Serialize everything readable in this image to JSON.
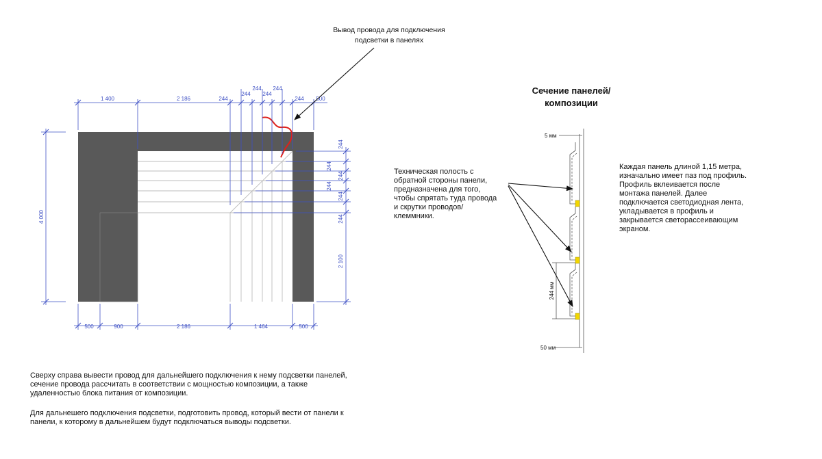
{
  "colors": {
    "dimension": "#3e50c4",
    "wall": "#595959",
    "wire": "#e0201a",
    "led": "#f2d600"
  },
  "drawing": {
    "callout_wire_line1": "Вывод провода для подключения",
    "callout_wire_line2": "подсветки в панелях",
    "top_dims": [
      "1 400",
      "2 186",
      "244",
      "244",
      "244",
      "244",
      "244",
      "244",
      "500"
    ],
    "bottom_dims": [
      "500",
      "900",
      "2 186",
      "1 464",
      "500"
    ],
    "left_dim": "4 000",
    "right_dims": [
      "244",
      "244",
      "244",
      "244",
      "244",
      "244",
      "2 100"
    ]
  },
  "section": {
    "title_line1": "Сечение панелей/",
    "title_line2": "композиции",
    "top_mark": "5 мм",
    "bottom_mark": "50 мм",
    "height_mark": "244 мм",
    "cavity_note": "Техническая полость с\nобратной стороны панели,\nпредназначена для того,\nчтобы спрятать туда провода\nи скрутки проводов/\nклеммники.",
    "panel_note": "Каждая панель длиной 1,15 метра,\nизначально имеет паз под профиль.\nПрофиль вклеивается после\nмонтажа панелей. Далее\nподключается светодиодная лента,\nукладывается в профиль и\nзакрывается светорассеивающим\nэкраном."
  },
  "notes": {
    "paragraph1": "Сверху справа вывести провод для дальнейшего подключения к нему подсветки панелей,\nсечение провода рассчитать в соответствии с мощностью композиции, а также\nудаленностью блока питания от композиции.",
    "paragraph2": "Для дальнешего подключения подсветки, подготовить провод, который вести от панели к\nпанели, к которому в дальнейшем будут подключаться выводы подсветки."
  }
}
